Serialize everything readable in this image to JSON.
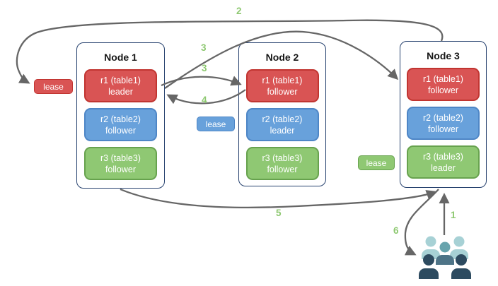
{
  "nodes": [
    {
      "title": "Node 1",
      "replicas": [
        {
          "name": "r1 (table1)",
          "role": "leader",
          "color": "red"
        },
        {
          "name": "r2 (table2)",
          "role": "follower",
          "color": "blue"
        },
        {
          "name": "r3 (table3)",
          "role": "follower",
          "color": "green"
        }
      ]
    },
    {
      "title": "Node 2",
      "replicas": [
        {
          "name": "r1 (table1)",
          "role": "follower",
          "color": "red"
        },
        {
          "name": "r2 (table2)",
          "role": "leader",
          "color": "blue"
        },
        {
          "name": "r3 (table3)",
          "role": "follower",
          "color": "green"
        }
      ]
    },
    {
      "title": "Node 3",
      "replicas": [
        {
          "name": "r1 (table1)",
          "role": "follower",
          "color": "red"
        },
        {
          "name": "r2 (table2)",
          "role": "follower",
          "color": "blue"
        },
        {
          "name": "r3 (table3)",
          "role": "leader",
          "color": "green"
        }
      ]
    }
  ],
  "leases": [
    {
      "label": "lease",
      "color": "red"
    },
    {
      "label": "lease",
      "color": "blue"
    },
    {
      "label": "lease",
      "color": "green"
    }
  ],
  "arrows": [
    {
      "label": "1",
      "from": "clients",
      "to": "node-3"
    },
    {
      "label": "2",
      "from": "node-3",
      "to": "lease-red"
    },
    {
      "label": "3",
      "from": "node1-r1-leader",
      "to": "node3-r1-follower"
    },
    {
      "label": "3",
      "from": "node1-r1-leader",
      "to": "node2-r1-follower"
    },
    {
      "label": "4",
      "from": "node2-r1-follower",
      "to": "node1-r1-leader"
    },
    {
      "label": "5",
      "from": "node-1",
      "to": "node-3"
    },
    {
      "label": "6",
      "from": "node-3",
      "to": "clients"
    }
  ],
  "colors": {
    "replica_red": "#d95454",
    "replica_red_border": "#c13531",
    "replica_blue": "#68a1db",
    "replica_blue_border": "#4e86c6",
    "replica_green": "#8fc873",
    "replica_green_border": "#67a24e",
    "node_border": "#26416e",
    "arrow": "#666666",
    "step_number": "#8dc870"
  },
  "users_icon": {
    "name": "clients-group-icon",
    "colors": {
      "light": "#a7d1d5",
      "medium": "#68a4ad",
      "medium_dark": "#4e7487",
      "dark": "#2d4b60"
    }
  }
}
